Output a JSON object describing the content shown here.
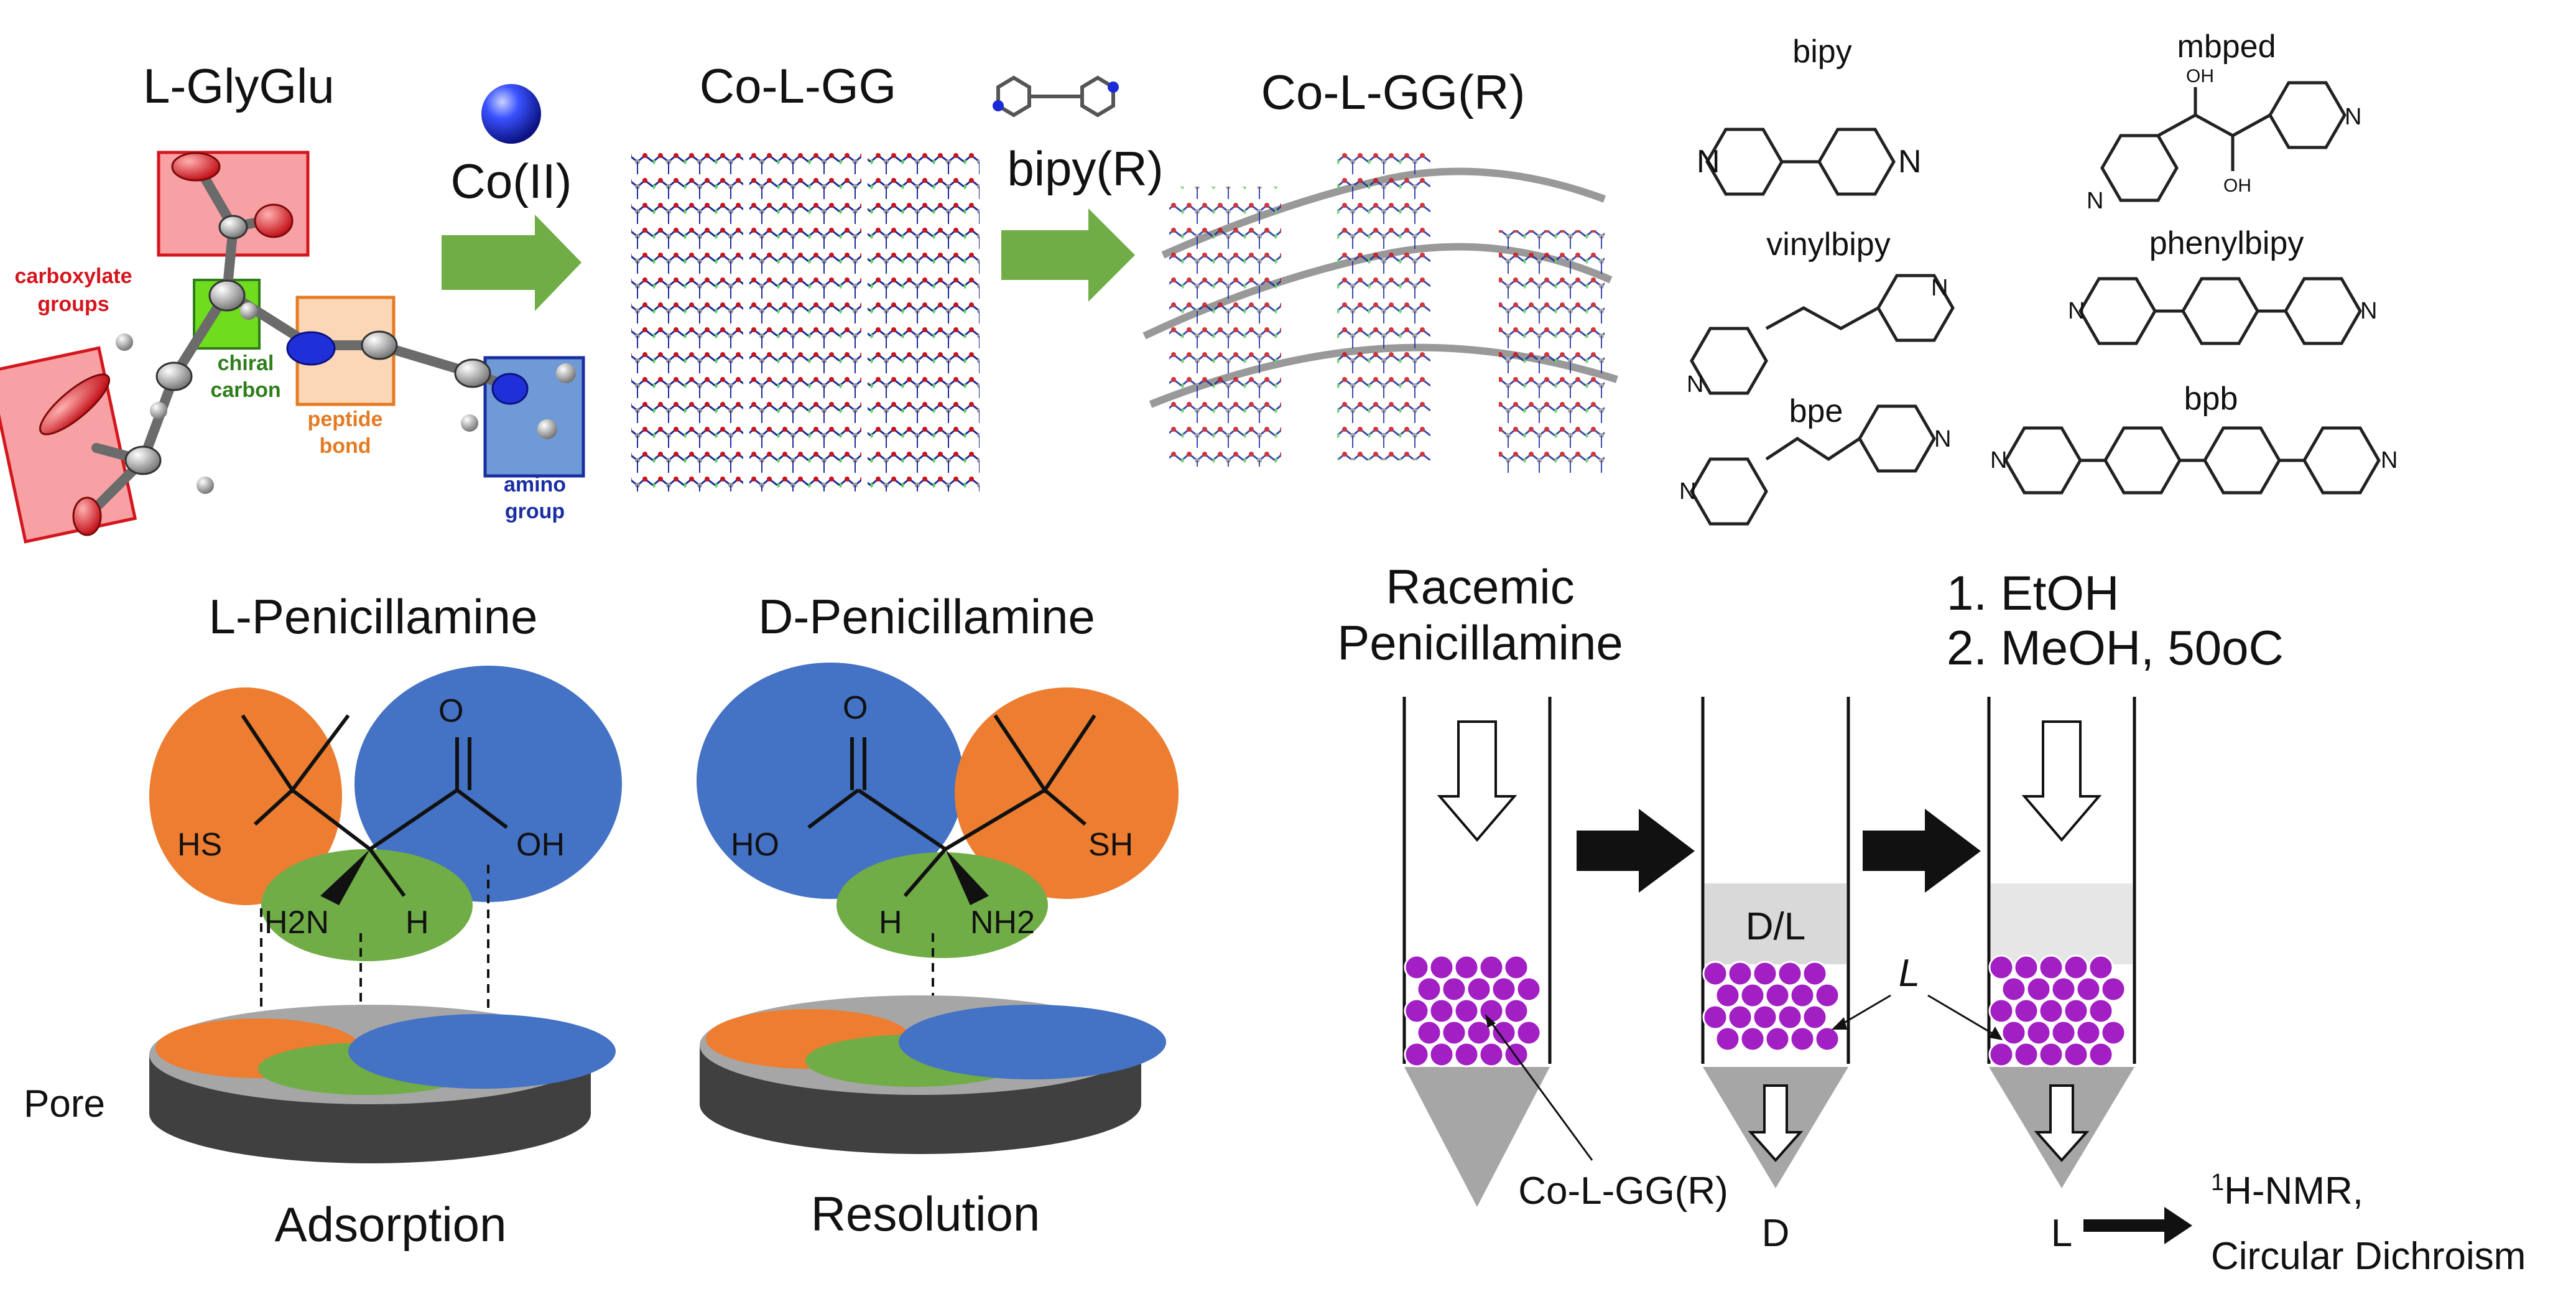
{
  "top": {
    "glyglu_title": "L-GlyGlu",
    "carboxylate": [
      "carboxylate",
      "groups"
    ],
    "chiral": [
      "chiral",
      "carbon"
    ],
    "peptide": [
      "peptide",
      "bond"
    ],
    "amino": [
      "amino",
      "group"
    ],
    "co_label": "Co(II)",
    "colgg_title": "Co-L-GG",
    "bipy_label": "bipy(R)",
    "colggr_title": "Co-L-GG(R)"
  },
  "linkers": {
    "bipy": "bipy",
    "mbped": "mbped",
    "vinylbipy": "vinylbipy",
    "phenylbipy": "phenylbipy",
    "bpe": "bpe",
    "bpb": "bpb",
    "N": "N",
    "OH": "OH"
  },
  "penicillamine": {
    "l_title": "L-Penicillamine",
    "d_title": "D-Penicillamine",
    "HS": "HS",
    "SH": "SH",
    "OH": "OH",
    "HO": "HO",
    "O": "O",
    "H2N": "H2N",
    "NH2": "NH2",
    "H": "H",
    "pore": "Pore",
    "adsorption": "Adsorption",
    "resolution": "Resolution"
  },
  "process": {
    "racemic": [
      "Racemic",
      "Penicillamine"
    ],
    "step1": "1. EtOH",
    "step2": "2. MeOH, 50oC",
    "dl": "D/L",
    "l_arrow": "L",
    "colggr": "Co-L-GG(R)",
    "d_out": "D",
    "l_out": "L",
    "analysis": [
      "1H-NMR,",
      "Circular Dichroism"
    ]
  },
  "colors": {
    "red_box": "#f7a1a4",
    "green_box": "#6fdc1e",
    "orange_box": "#fbd6b7",
    "blue_box": "#6f9ad6",
    "arrow_green": "#70ad47",
    "orange": "#ed7d31",
    "blue": "#4472c4",
    "green": "#70ad47",
    "purple": "#a21fc4",
    "gray": "#a6a6a6",
    "dark": "#3a3a3a"
  }
}
